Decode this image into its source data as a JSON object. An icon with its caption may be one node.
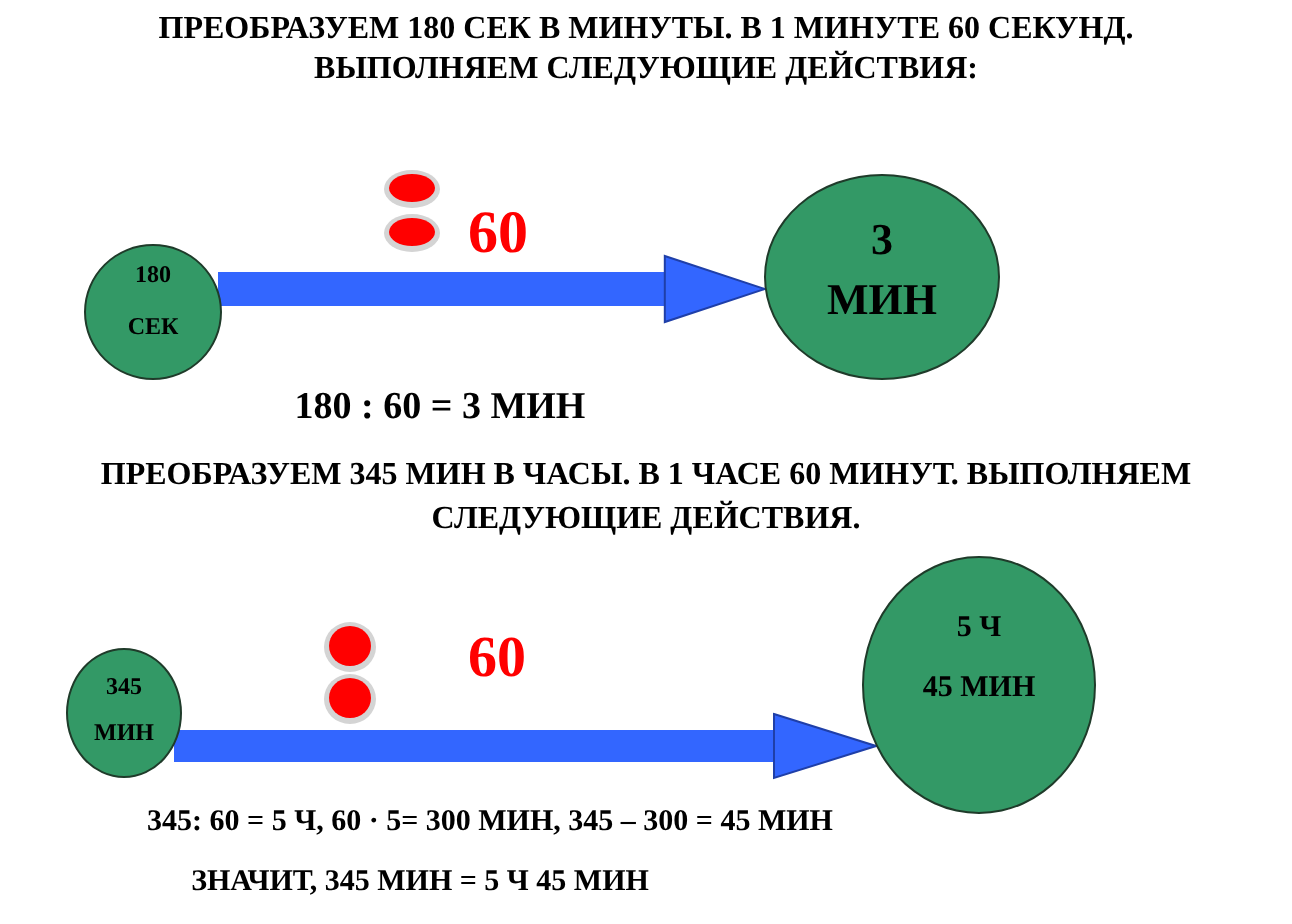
{
  "diagram": {
    "nodes": [
      {
        "text": [
          "180 СЕК"
        ]
      },
      {
        "text": [
          "3 МИН"
        ]
      },
      {
        "text": [
          "345 МИН"
        ]
      },
      {
        "text": [
          "5 Ч",
          "45 МИН"
        ]
      }
    ],
    "edges": [
      {
        "from": 0,
        "to": 1,
        "arrow": "to",
        "label": "60"
      },
      {
        "from": 2,
        "to": 3,
        "arrow": "to",
        "label": "60"
      }
    ],
    "labels": [
      "ПРЕОБРАЗУЕМ 180 СЕК В МИНУТЫ. В 1 МИНУТЕ 60 СЕКУНД. ВЫПОЛНЯЕМ СЛЕДУЮЩИЕ ДЕЙСТВИЯ:",
      "180 : 60 = 3 МИН",
      "ПРЕОБРАЗУЕМ 345 МИН В ЧАСЫ. В 1 ЧАСЕ 60 МИНУТ. ВЫПОЛНЯЕМ СЛЕДУЮЩИЕ ДЕЙСТВИЯ.",
      "345: 60 = 5 Ч, 60 · 5= 300 МИН, 345 – 300 = 45 МИН",
      "ЗНАЧИТ, 345 МИН = 5 Ч 45 МИН"
    ]
  }
}
